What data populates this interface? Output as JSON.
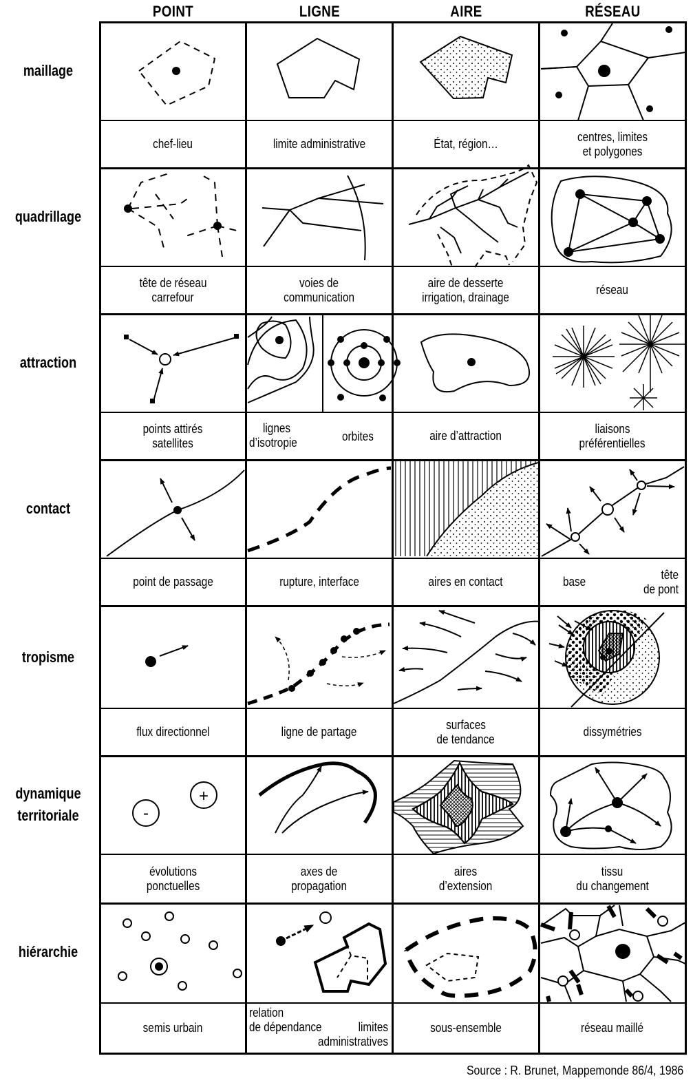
{
  "columns": [
    "POINT",
    "LIGNE",
    "AIRE",
    "RÉSEAU"
  ],
  "rows": [
    {
      "label": [
        "maillage"
      ],
      "captions": [
        [
          "chef-lieu"
        ],
        [
          "limite administrative"
        ],
        [
          "État, région…"
        ],
        [
          "centres, limites",
          "et polygones"
        ]
      ]
    },
    {
      "label": [
        "quadrillage"
      ],
      "captions": [
        [
          "tête de réseau",
          "carrefour"
        ],
        [
          "voies de",
          "communication"
        ],
        [
          "aire de desserte",
          "irrigation, drainage"
        ],
        [
          "réseau"
        ]
      ]
    },
    {
      "label": [
        "attraction"
      ],
      "captions": [
        [
          "points attirés",
          "satellites"
        ],
        [],
        [
          "aire d’attraction"
        ],
        [
          "liaisons",
          "préférentielles"
        ]
      ]
    },
    {
      "label": [
        "contact"
      ],
      "captions": [
        [
          "point de passage"
        ],
        [
          "rupture, interface"
        ],
        [
          "aires en contact"
        ],
        []
      ]
    },
    {
      "label": [
        "tropisme"
      ],
      "captions": [
        [
          "flux directionnel"
        ],
        [
          "ligne de partage"
        ],
        [
          "surfaces",
          "de tendance"
        ],
        [
          "dissymétries"
        ]
      ]
    },
    {
      "label": [
        "dynamique",
        "territoriale"
      ],
      "captions": [
        [
          "évolutions",
          "ponctuelles"
        ],
        [
          "axes de",
          "propagation"
        ],
        [
          "aires",
          "d’extension"
        ],
        [
          "tissu",
          "du changement"
        ]
      ]
    },
    {
      "label": [
        "hiérarchie"
      ],
      "captions": [
        [
          "semis urbain"
        ],
        [],
        [
          "sous-ensemble"
        ],
        [
          "réseau maillé"
        ]
      ]
    }
  ],
  "split_captions": {
    "attraction_ligne_left": [
      "lignes",
      "d’isotropie"
    ],
    "attraction_ligne_right": "orbites",
    "contact_reseau_left": "base",
    "contact_reseau_right": [
      "tête",
      "de pont"
    ],
    "hierarchie_ligne_left": [
      "relation",
      "de dépendance"
    ],
    "hierarchie_ligne_right": [
      "limites",
      "administratives"
    ]
  },
  "dynamique_symbols": {
    "minus": "-",
    "plus": "+"
  },
  "source": "Source : R. Brunet, Mappemonde 86/4, 1986"
}
